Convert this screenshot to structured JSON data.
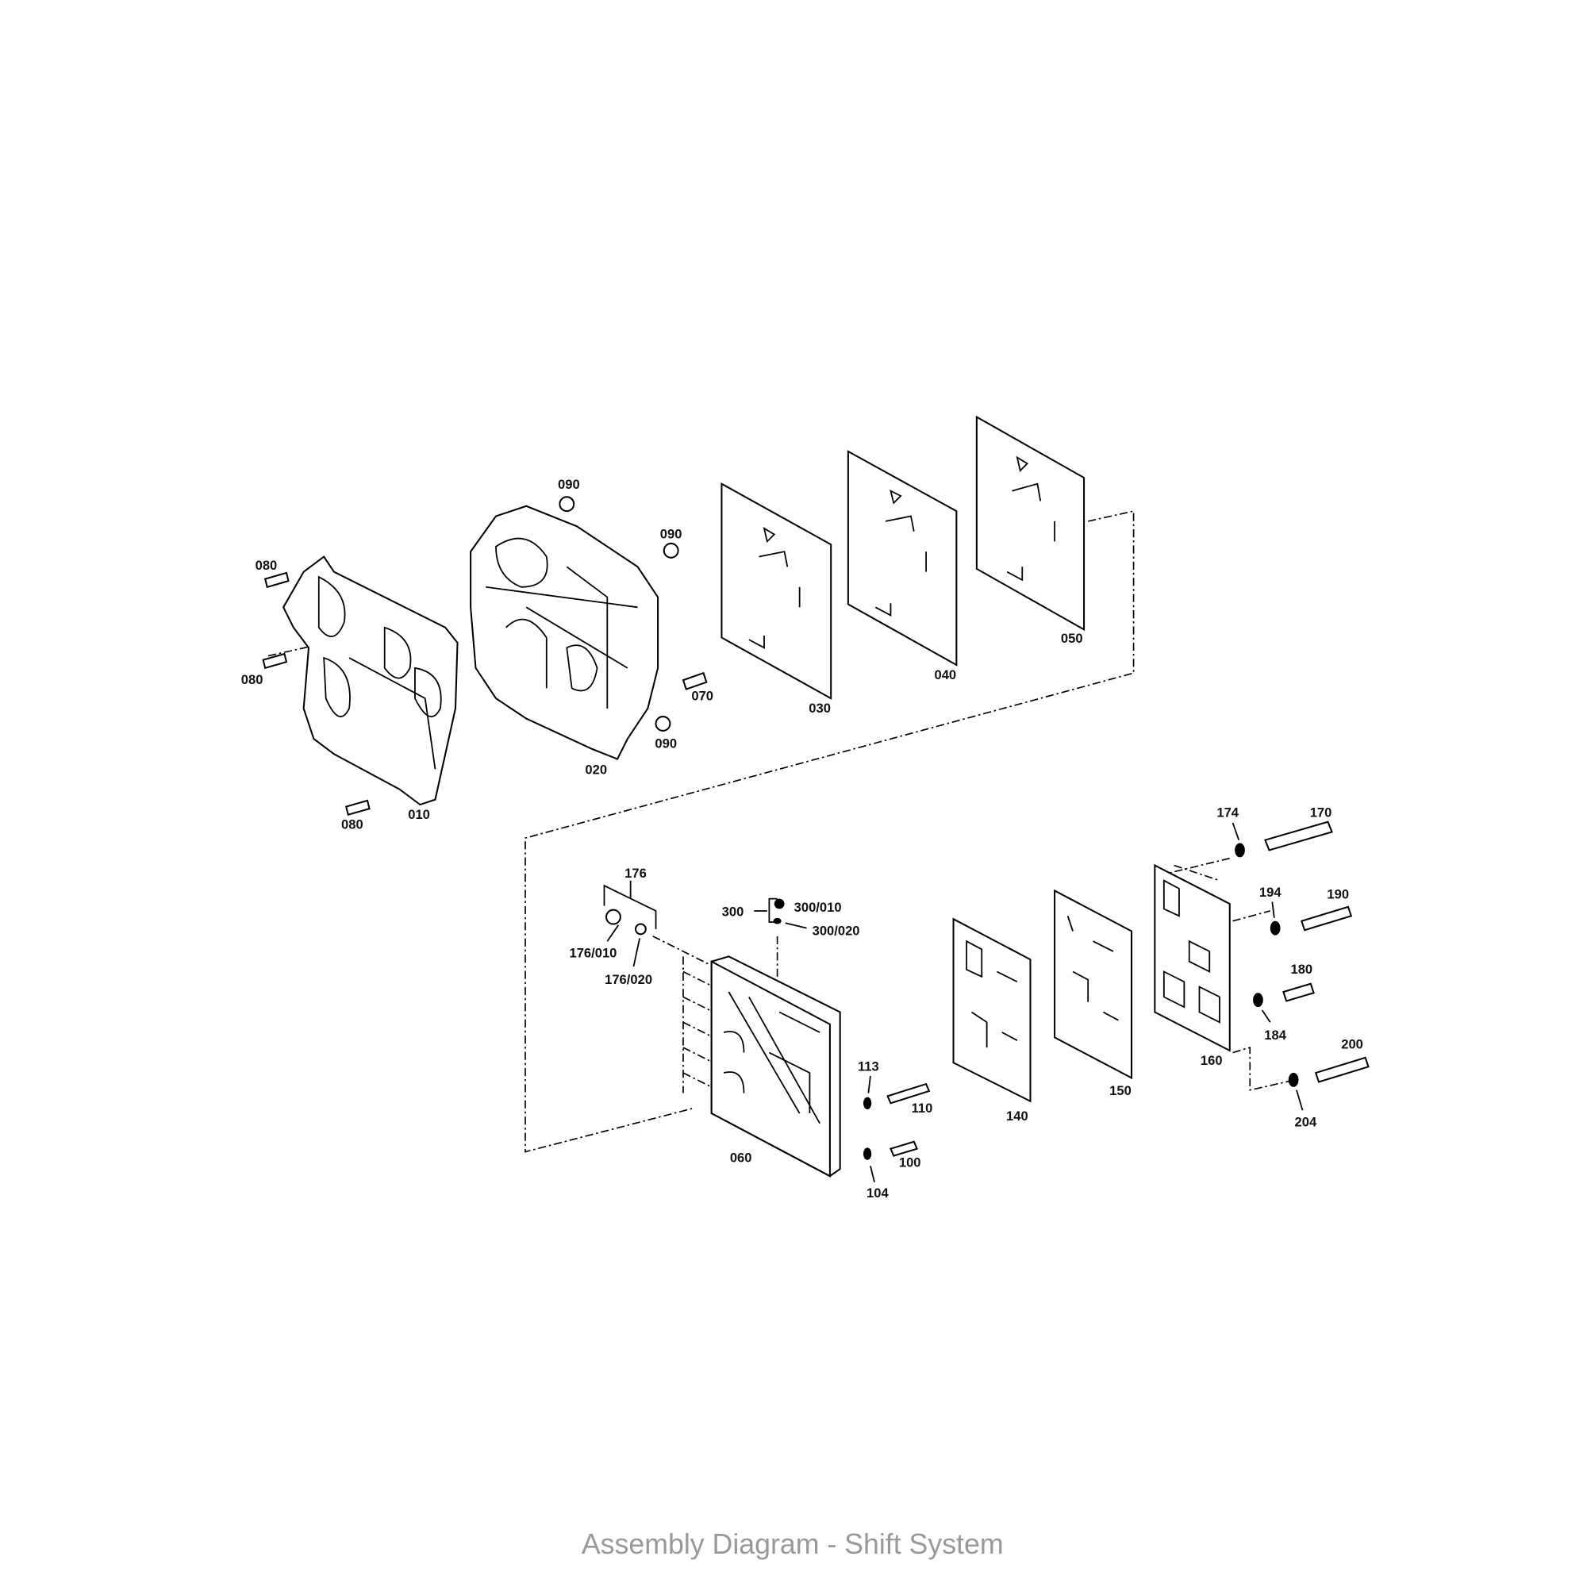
{
  "title": "Assembly Diagram - Shift System",
  "labels": {
    "p080a": "080",
    "p080b": "080",
    "p080c": "080",
    "p010": "010",
    "p020": "020",
    "p090a": "090",
    "p090b": "090",
    "p090c": "090",
    "p070": "070",
    "p030": "030",
    "p040": "040",
    "p050": "050",
    "p176": "176",
    "p176_010": "176/010",
    "p176_020": "176/020",
    "p300": "300",
    "p300_010": "300/010",
    "p300_020": "300/020",
    "p060": "060",
    "p113": "113",
    "p110": "110",
    "p100": "100",
    "p104": "104",
    "p140": "140",
    "p150": "150",
    "p160": "160",
    "p174": "174",
    "p170": "170",
    "p194": "194",
    "p190": "190",
    "p180": "180",
    "p184": "184",
    "p200": "200",
    "p204": "204"
  }
}
